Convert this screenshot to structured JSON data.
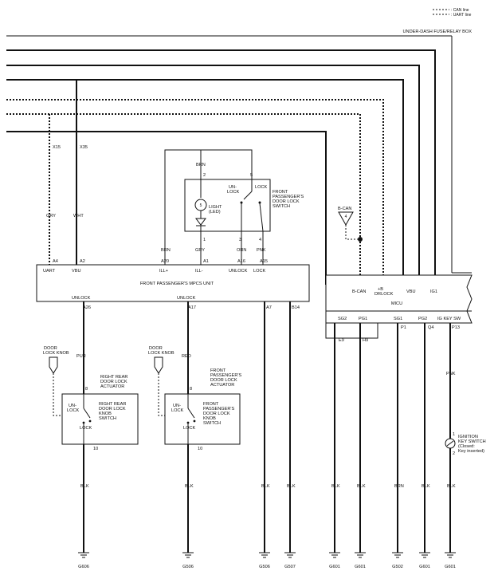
{
  "legend": {
    "can_line": ": CAN line",
    "uart_line": ": UART line"
  },
  "box_title": "UNDER-DASH FUSE/RELAY BOX",
  "pins": {
    "x15": "X15",
    "x35": "X35",
    "gry": "GRY",
    "wht": "WHT",
    "brn_top": "BRN",
    "brn_a20": "BRN",
    "brn_pin": "2",
    "pnk_pin": "5",
    "pin1": "1",
    "pin3": "3",
    "pin4": "4",
    "gry_a1": "GRY",
    "orn": "ORN",
    "pnk": "PNK"
  },
  "door_lock_switch": {
    "unlock": "UN-\nLOCK",
    "lock": "LOCK",
    "label": "FRONT\nPASSENGER'S\nDOOR LOCK\nSWITCH",
    "light": "LIGHT\n(LED)",
    "light_pin": "5"
  },
  "bcan": {
    "label": "B-CAN",
    "num": "4"
  },
  "mpcs": {
    "title": "FRONT PASSENGER'S MPCS UNIT",
    "pins_top": [
      {
        "code": "A4",
        "name": "UART"
      },
      {
        "code": "A2",
        "name": "VBU"
      },
      {
        "code": "A20",
        "name": "ILL+"
      },
      {
        "code": "A1",
        "name": "ILL-"
      },
      {
        "code": "A16",
        "name": "UNLOCK"
      },
      {
        "code": "A15",
        "name": "LOCK"
      }
    ],
    "pins_bottom": [
      {
        "name": "UNLOCK",
        "code": "A26"
      },
      {
        "name": "UNLOCK",
        "code": "A17"
      },
      {
        "code": "A7"
      },
      {
        "code": "B14"
      }
    ]
  },
  "micu": {
    "title": "MICU",
    "top": [
      "B-CAN",
      "+B\nDRLOCK",
      "VBU",
      "IG1"
    ],
    "bottom": [
      "SG2",
      "PG1",
      "SG1",
      "PG2",
      "IG KEY SW"
    ],
    "bottom_codes": [
      "E9",
      "H9",
      "P1",
      "Q4",
      "P13"
    ]
  },
  "rr_actuator": {
    "door_knob": "DOOR\nLOCK KNOB",
    "wire": "PUR",
    "pin_top": "8",
    "pin_bot": "10",
    "label": "RIGHT REAR\nDOOR LOCK\nACTUATOR",
    "unlock": "UN-\nLOCK",
    "lock": "LOCK",
    "switch_label": "RIGHT REAR\nDOOR LOCK\nKNOB\nSWITCH"
  },
  "fp_actuator": {
    "door_knob": "DOOR\nLOCK KNOB",
    "wire": "RED",
    "pin_top": "8",
    "pin_bot": "10",
    "label": "FRONT\nPASSENGER'S\nDOOR LOCK\nACTUATOR",
    "unlock": "UN-\nLOCK",
    "lock": "LOCK",
    "switch_label": "FRONT\nPASSENGER'S\nDOOR LOCK\nKNOB\nSWITCH"
  },
  "ignition": {
    "wire": "PNK",
    "pin1": "1",
    "pin2": "2",
    "label": "IGNITION\nKEY SWITCH\n(Closed:\nKey inserted)"
  },
  "grounds": [
    {
      "wire": "BLK",
      "name": "G606"
    },
    {
      "wire": "BLK",
      "name": "G506"
    },
    {
      "wire": "BLK",
      "name": "G506"
    },
    {
      "wire": "BLK",
      "name": "G507"
    },
    {
      "wire": "BLK",
      "name": "G601"
    },
    {
      "wire": "BLK",
      "name": "G601"
    },
    {
      "wire": "BRN",
      "name": "G502"
    },
    {
      "wire": "BLK",
      "name": "G601"
    },
    {
      "wire": "BLK",
      "name": "G601"
    }
  ]
}
